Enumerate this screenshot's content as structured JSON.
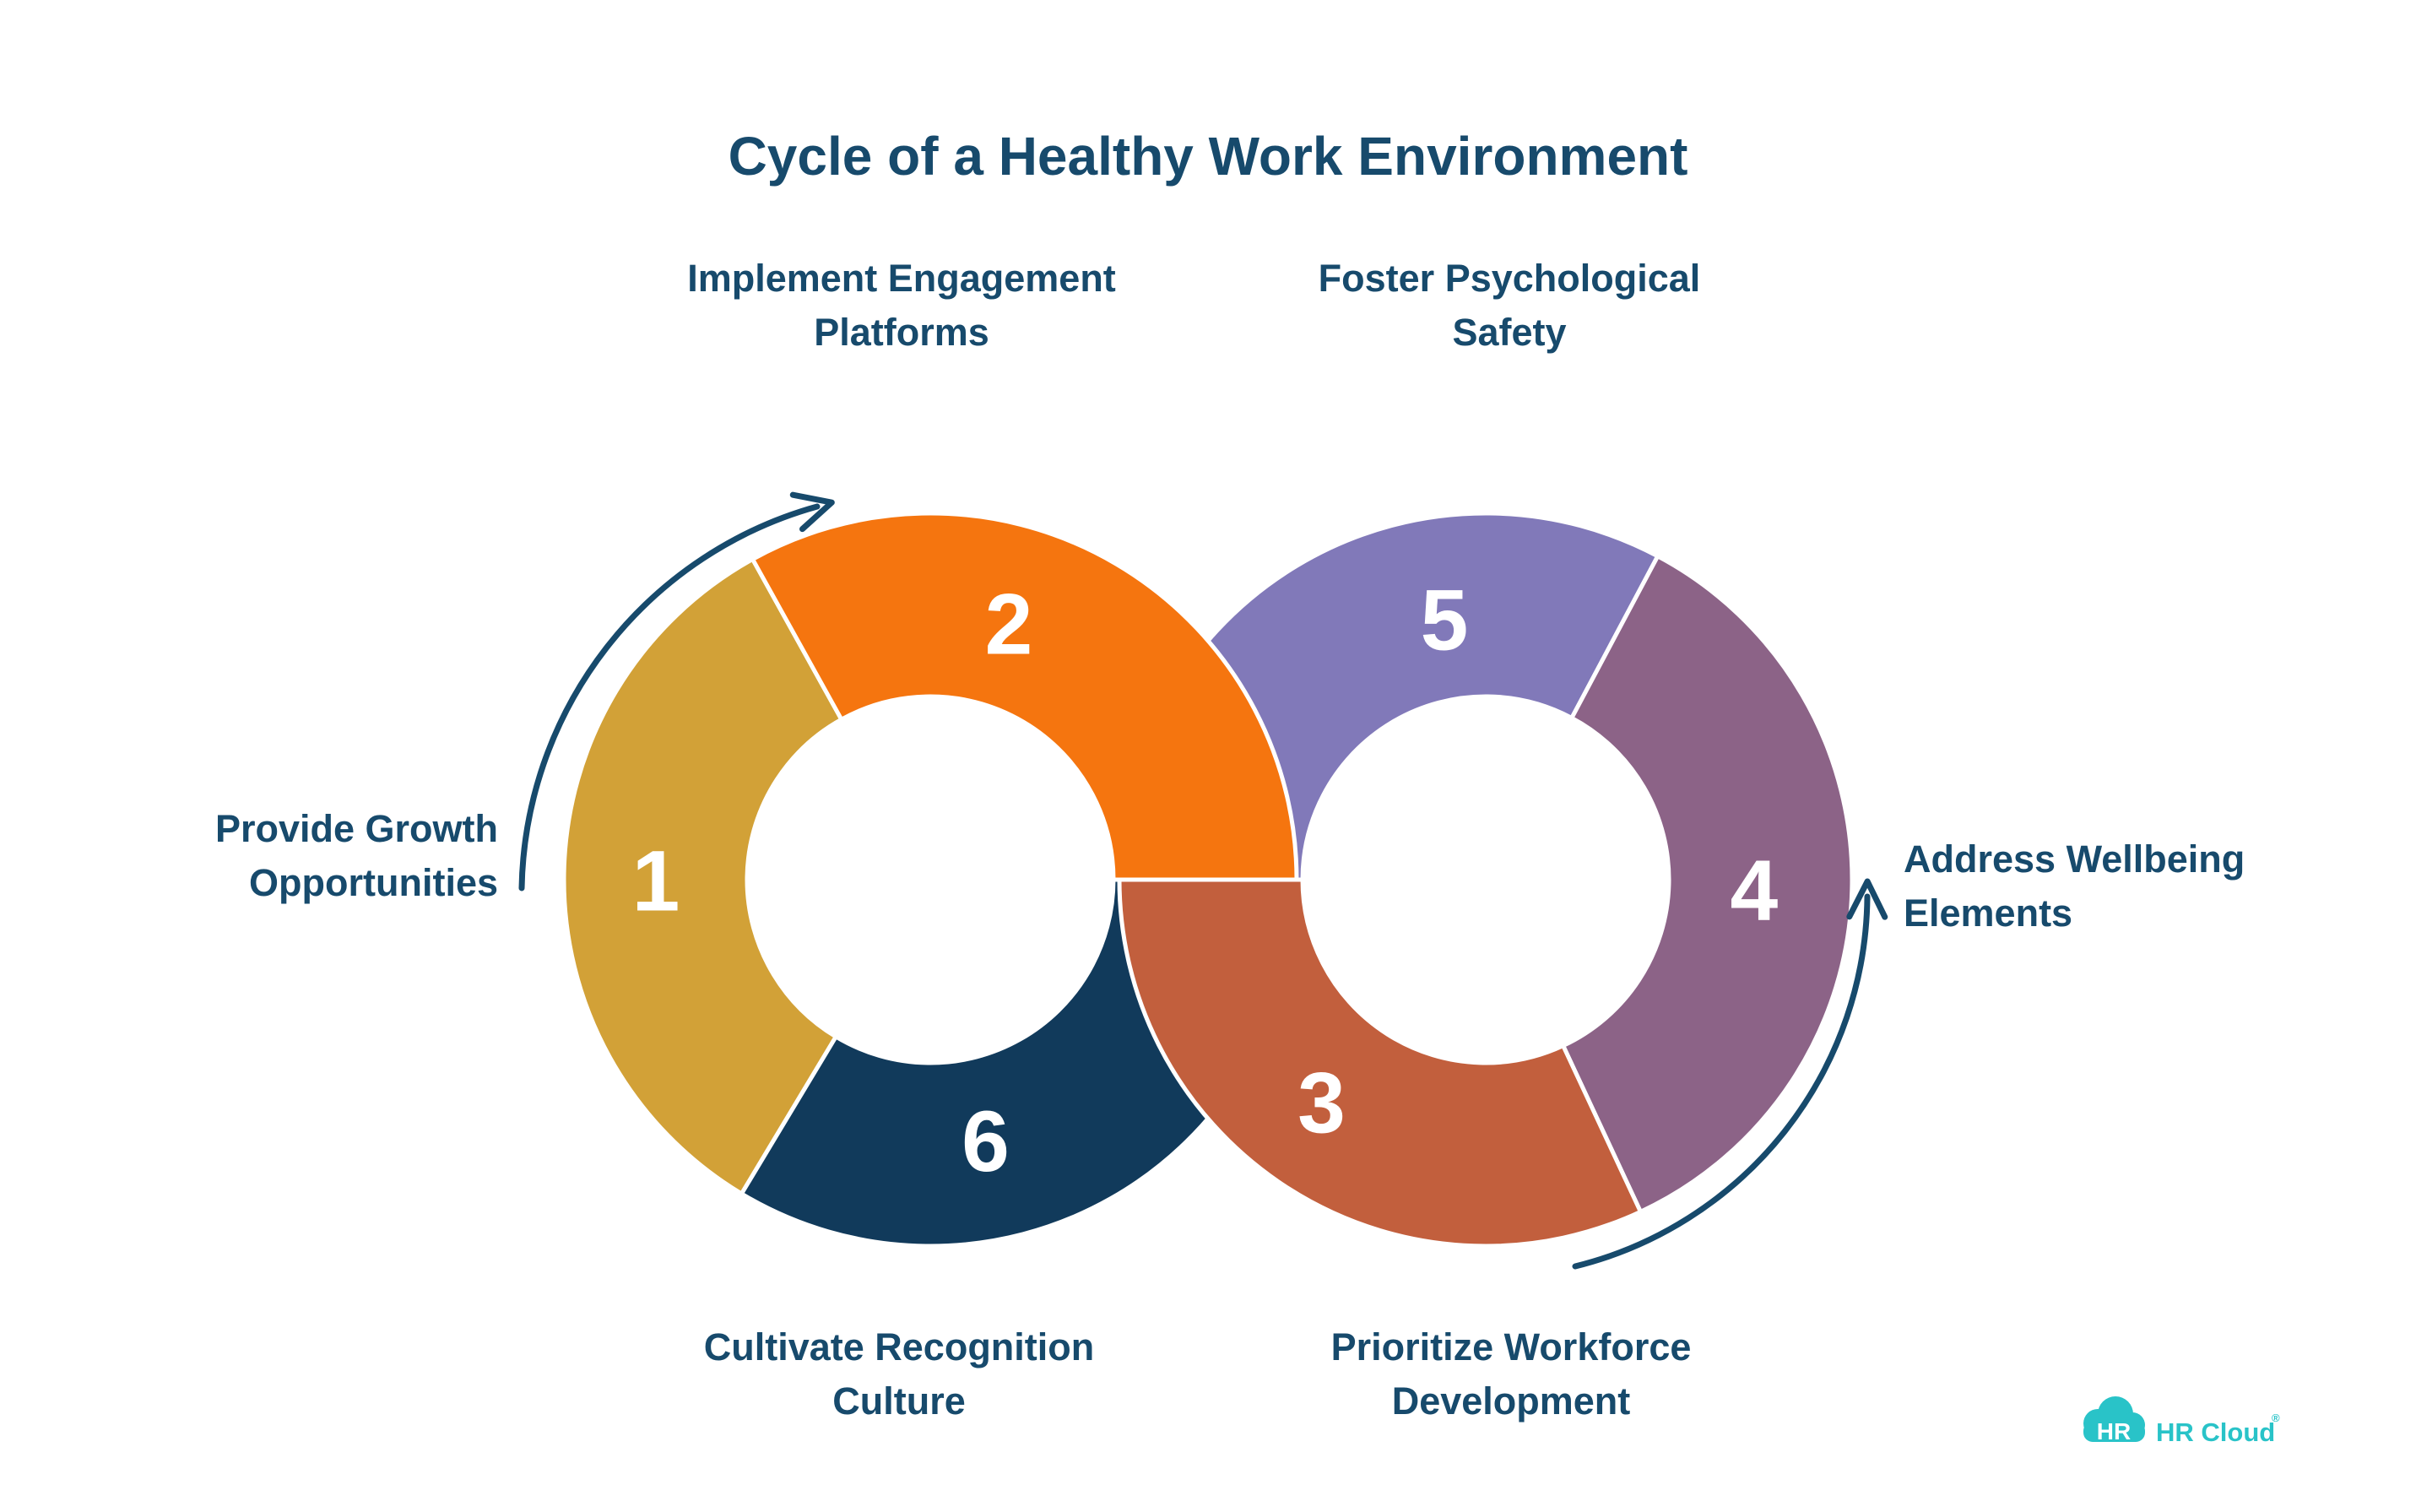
{
  "title": "Cycle of a Healthy Work Environment",
  "steps": [
    {
      "number": "1",
      "color": "#D2A137",
      "label_lines": [
        "Provide Growth",
        "Opportunities"
      ]
    },
    {
      "number": "2",
      "color": "#F5750F",
      "label_lines": [
        "Implement Engagement",
        "Platforms"
      ]
    },
    {
      "number": "3",
      "color": "#C25F3D",
      "label_lines": [
        "Prioritize Workforce",
        "Development"
      ]
    },
    {
      "number": "4",
      "color": "#8C6387",
      "label_lines": [
        "Address Wellbeing",
        "Elements"
      ]
    },
    {
      "number": "5",
      "color": "#8179B9",
      "label_lines": [
        "Foster Psychological",
        "Safety"
      ]
    },
    {
      "number": "6",
      "color": "#113A5B",
      "label_lines": [
        "Cultivate Recognition",
        "Culture"
      ]
    }
  ],
  "colors": {
    "text": "#174A6C",
    "arrow": "#174A6C",
    "segment_outline": "#FFFFFF",
    "number_text": "#FFFFFF",
    "background": "#FFFFFF",
    "logo_teal": "#29C3C8"
  },
  "logo": {
    "badge": "HR",
    "wordmark": "HR Cloud",
    "registered": "®"
  }
}
